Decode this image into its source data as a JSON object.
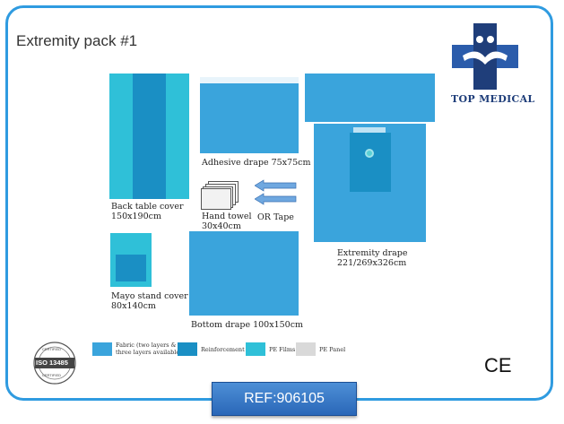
{
  "title": "Extremity pack #1",
  "brand": "TOP MEDICAL",
  "items": {
    "back_table": "Back table cover\n150x190cm",
    "adhesive": "Adhesive drape 75x75cm",
    "hand_towel": "Hand towel\n30x40cm",
    "or_tape": "OR Tape",
    "extremity": "Extremity drape\n221/269x326cm",
    "mayo": "Mayo stand cover\n80x140cm",
    "bottom": "Bottom drape 100x150cm"
  },
  "legend": {
    "fabric": "Fabric (two layers &\nthree layers available)",
    "reinforcement": "Reinforcement",
    "pe_films": "PE Films",
    "pe_panel": "PE Panel"
  },
  "iso": {
    "top": "CERTIFIED",
    "main": "ISO 13485",
    "bottom": "CERTIFIED"
  },
  "ce": "CE",
  "ref": "REF:906105",
  "colors": {
    "fabric": "#3aa4dc",
    "reinforcement": "#1a8fc4",
    "pe_film": "#2fc0d8",
    "pe_panel": "#d9d9d9",
    "frame": "#2f9be0"
  }
}
